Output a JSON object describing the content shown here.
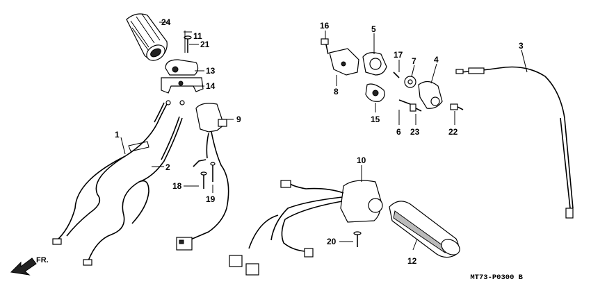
{
  "callouts": [
    "1",
    "2",
    "3",
    "4",
    "5",
    "6",
    "7",
    "8",
    "9",
    "10",
    "11",
    "12",
    "13",
    "14",
    "15",
    "16",
    "17",
    "18",
    "19",
    "20",
    "21",
    "22",
    "23",
    "24"
  ],
  "front_arrow_label": "FR.",
  "diagram_code": "MT73-P0300 B",
  "colors": {
    "line": "#000000",
    "background": "#ffffff",
    "shading": "#bbbbbb"
  }
}
